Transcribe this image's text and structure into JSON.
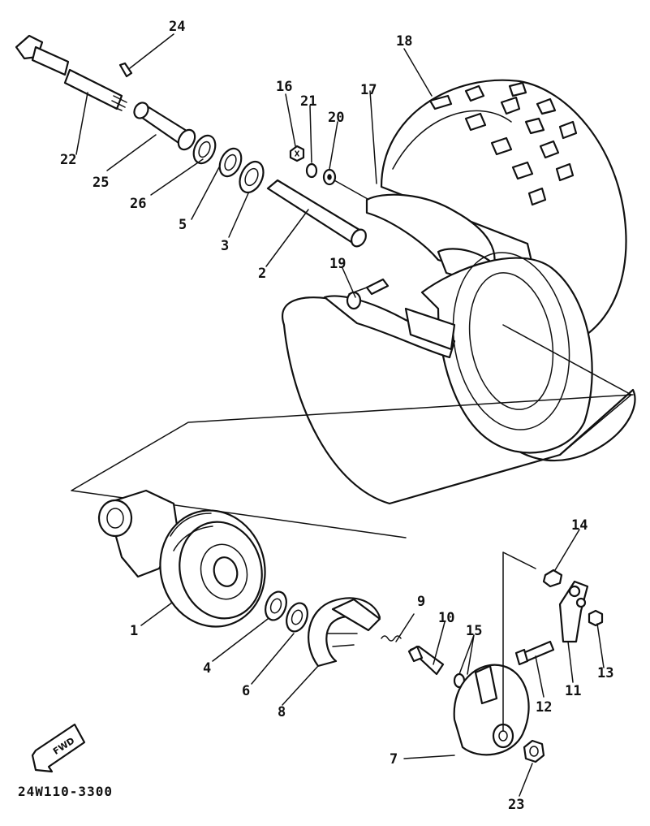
{
  "diagram": {
    "drawing_code": "24W110-3300",
    "direction_badge": "FWD",
    "callouts": [
      "1",
      "2",
      "3",
      "4",
      "5",
      "6",
      "7",
      "8",
      "9",
      "10",
      "11",
      "12",
      "13",
      "14",
      "15",
      "16",
      "17",
      "18",
      "19",
      "20",
      "21",
      "22",
      "23",
      "24",
      "25",
      "26"
    ]
  }
}
